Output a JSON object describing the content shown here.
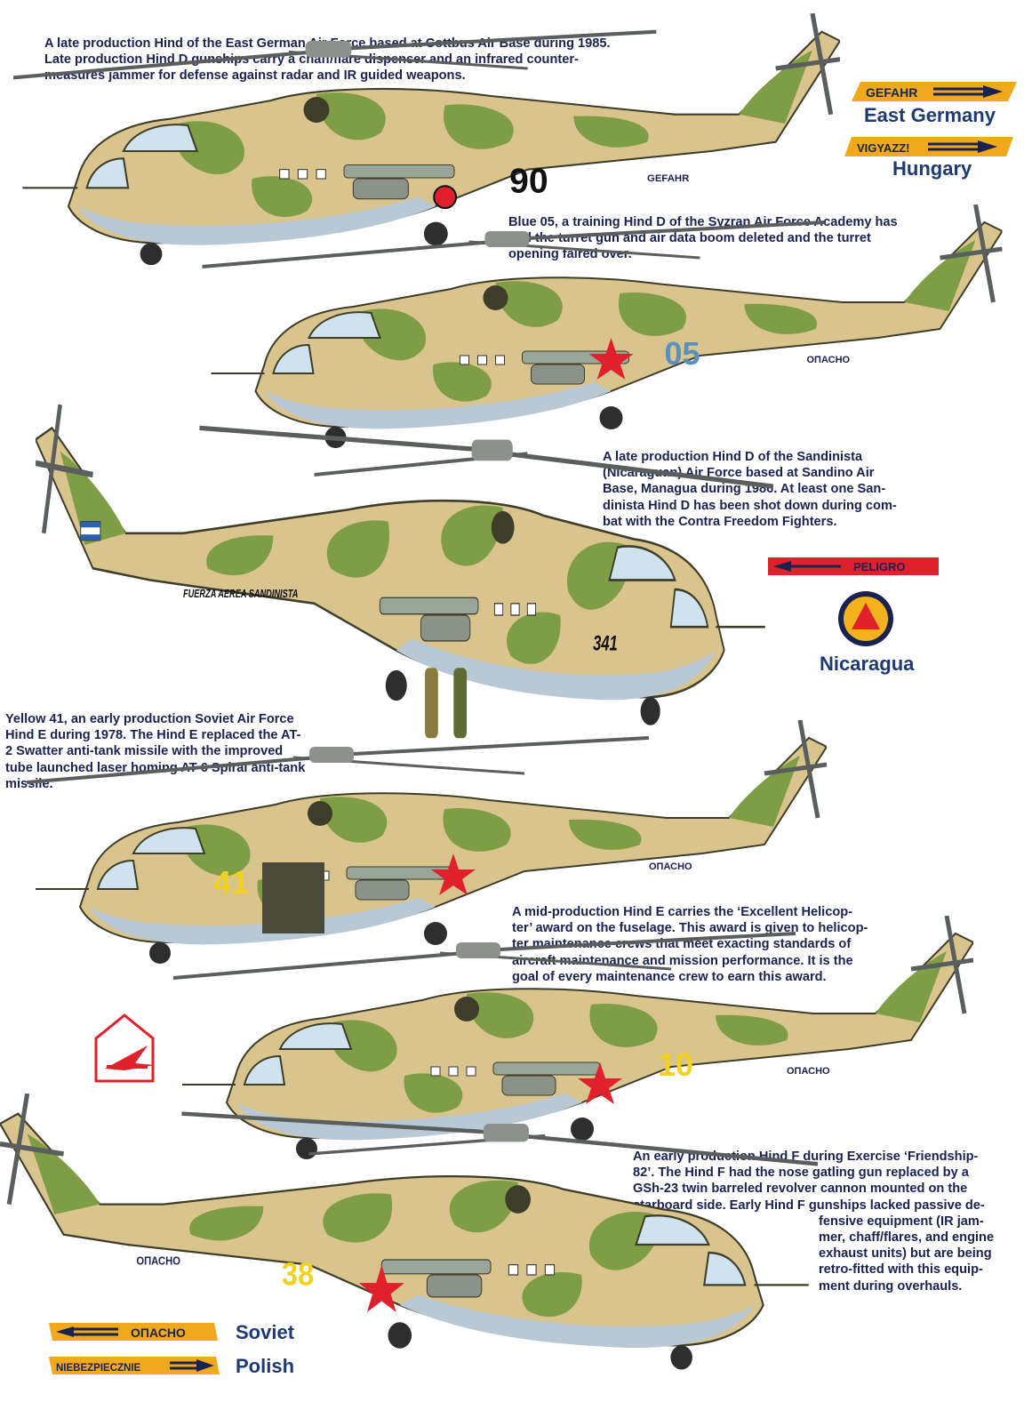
{
  "captions": {
    "c1_lines": [
      "A late production Hind of the East German Air Force based at Cottbus Air Base during 1985.",
      "Late production Hind D gunships carry a chaff/flare dispenser and an infrared counter-",
      "measures jammer for defense against radar and IR guided weapons."
    ],
    "c2_lines": [
      "Blue 05, a training Hind D of the Syzran Air Force Academy has",
      "had the turret gun and air data boom deleted and the turret",
      "opening faired over."
    ],
    "c3_lines": [
      "A late production Hind D of the Sandinista",
      "(Nicaraguan) Air Force based at Sandino Air",
      "Base, Managua during 1986. At least one San-",
      "dinista Hind D has been shot down during com-",
      "bat with the Contra Freedom Fighters."
    ],
    "c4_lines": [
      "Yellow 41, an early production Soviet Air Force",
      "Hind E during 1978. The Hind E replaced the AT-",
      "2 Swatter anti-tank missile with the improved",
      "tube launched laser homing AT-6 Spiral anti-tank",
      "missile."
    ],
    "c5_lines": [
      "A mid-production Hind E carries the ‘Excellent Helicop-",
      "ter’ award on the fuselage. This award is given to helicop-",
      "ter maintenance crews that meet exacting standards of",
      "aircraft maintenance and mission performance. It is the",
      "goal of every maintenance crew to earn this award."
    ],
    "c6_lines": [
      "An early production Hind F during Exercise ‘Friendship-",
      "82’. The Hind F had the nose gatling gun replaced by a",
      "GSh-23 twin barreled revolver cannon mounted on the",
      "starboard side. Early Hind F gunships lacked passive de-",
      "fensive equipment (IR jam-",
      "mer, chaff/flares, and engine",
      "exhaust units) but are being",
      "retro-fitted with this equip-",
      "ment during overhauls."
    ]
  },
  "legend": {
    "east_germany_plate": "GEFAHR",
    "east_germany_label": "East Germany",
    "hungary_plate": "VIGYAZZ!",
    "hungary_label": "Hungary",
    "nicaragua_plate": "PELIGRO",
    "nicaragua_label": "Nicaragua",
    "soviet_plate": "ОПАСНО",
    "soviet_label": "Soviet",
    "polish_plate": "NIEBEZPIECZNIE",
    "polish_label": "Polish"
  },
  "aircraft": {
    "h1": {
      "number": "90",
      "danger": "GEFAHR"
    },
    "h2": {
      "number": "05",
      "danger": "ОПАСНО"
    },
    "h3": {
      "number": "341",
      "fuselage_text": "FUERZA AEREA SANDINISTA"
    },
    "h4": {
      "number": "41",
      "danger": "ОПАСНО"
    },
    "h5": {
      "number": "10",
      "danger": "ОПАСНО"
    },
    "h6": {
      "number": "38",
      "danger": "ОПАСНО"
    }
  },
  "colors": {
    "caption_text": "#1a2250",
    "country_label": "#1f3a70",
    "plate_yellow": "#f0a81c",
    "camo_tan": "#d9c48d",
    "camo_green": "#7f9d45",
    "belly_blue": "#b8c8d4",
    "soviet_star": "#e0202a"
  }
}
